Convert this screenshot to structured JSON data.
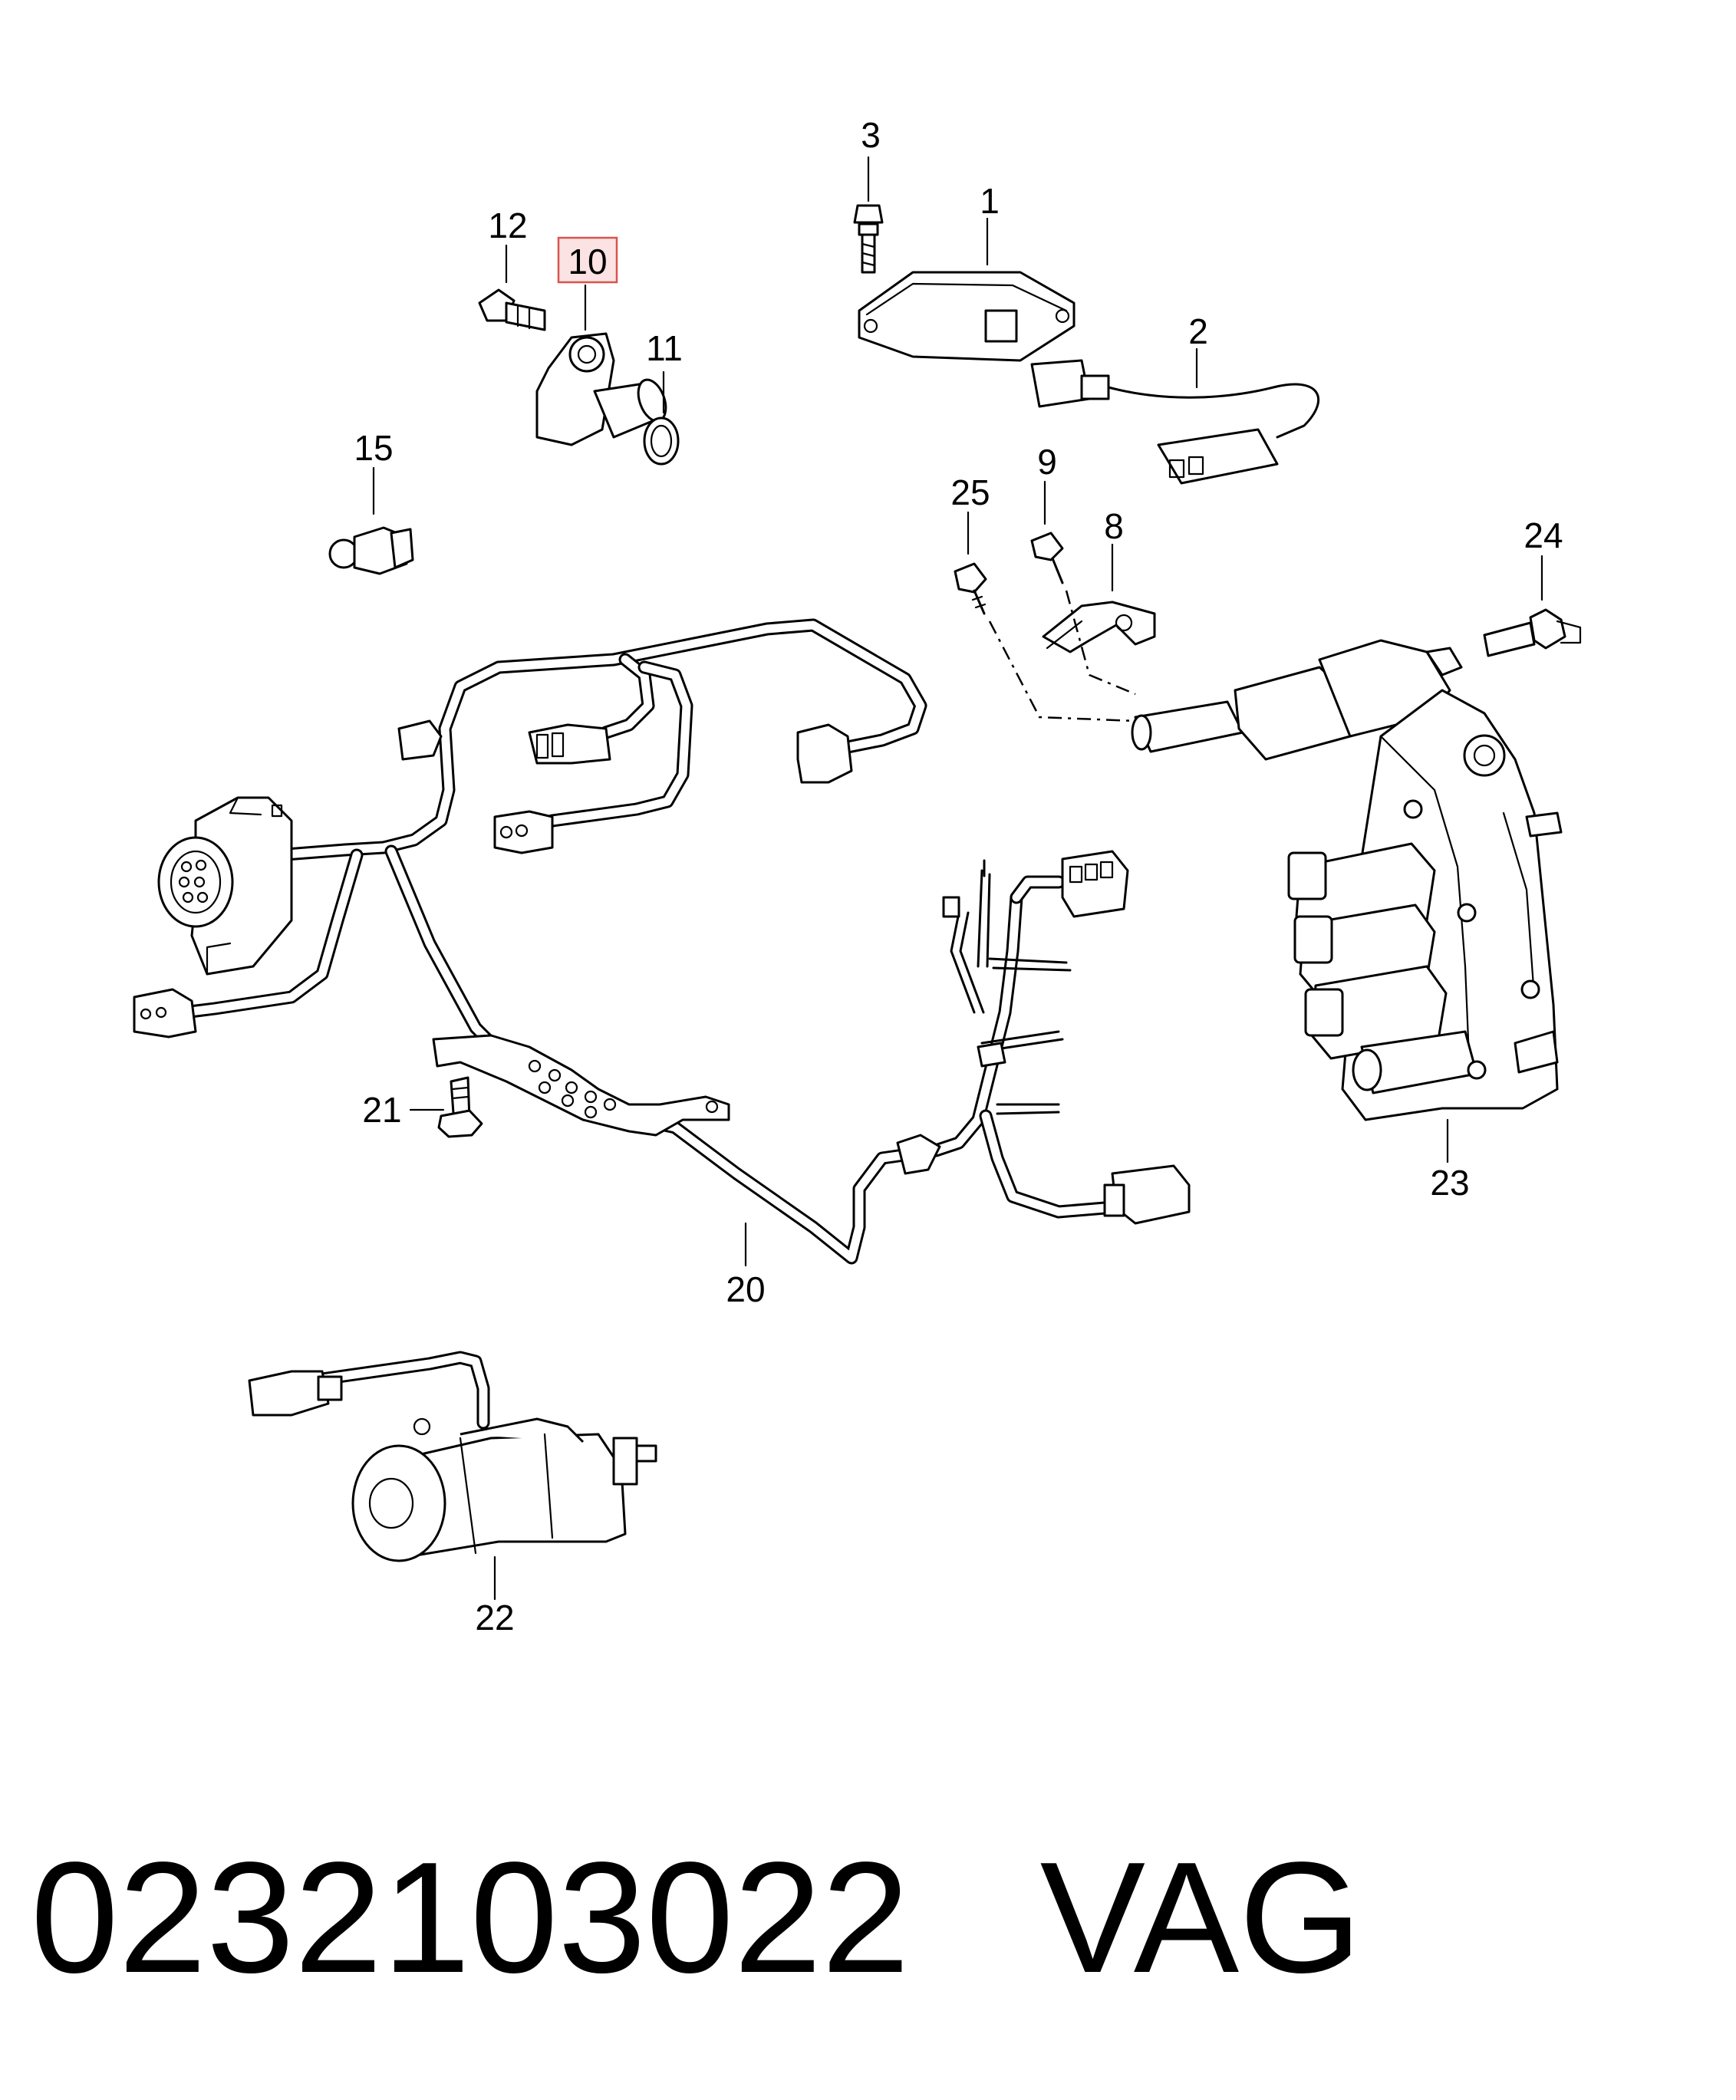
{
  "callouts": {
    "c1": "1",
    "c2": "2",
    "c3": "3",
    "c8": "8",
    "c9": "9",
    "c10": "10",
    "c11": "11",
    "c12": "12",
    "c15": "15",
    "c20": "20",
    "c21": "21",
    "c22": "22",
    "c23": "23",
    "c24": "24",
    "c25": "25"
  },
  "highlighted_callout": "10",
  "footer": {
    "part_number": "0232103022",
    "brand": "VAG"
  },
  "colors": {
    "highlight_fill": "#fbe3e3",
    "highlight_border": "#d9534f",
    "line": "#000000"
  }
}
